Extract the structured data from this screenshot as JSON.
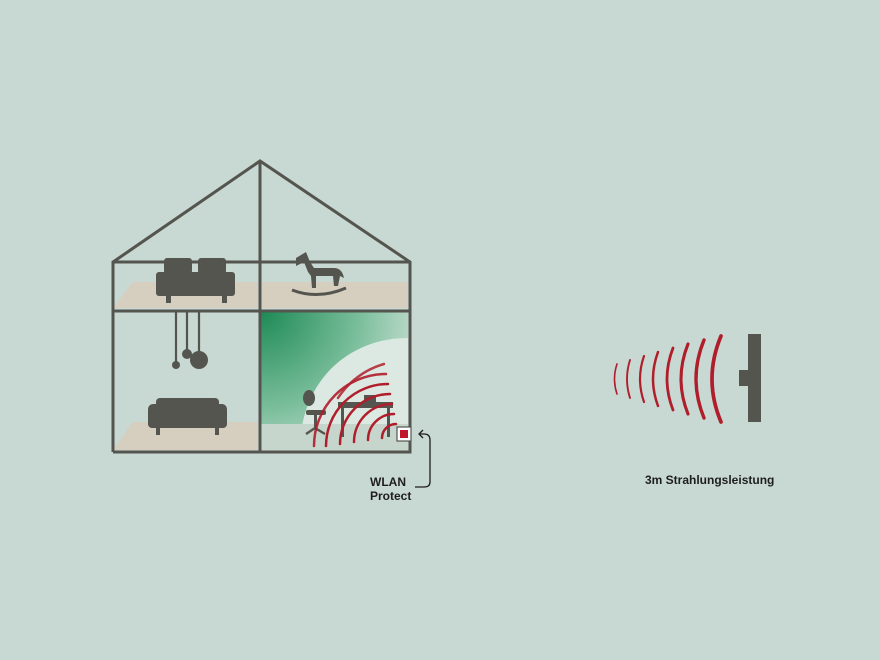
{
  "labels": {
    "device_line1": "WLAN",
    "device_line2": "Protect",
    "range": "3m Strahlungsleistung"
  },
  "rooms": [
    "bedroom",
    "childrens-room",
    "living-room",
    "office"
  ],
  "icons": [
    "bed-icon",
    "rocking-horse-icon",
    "pendant-lamp-icon",
    "sofa-icon",
    "chair-icon",
    "desk-icon",
    "wlan-protect-device-icon",
    "wall-router-icon"
  ],
  "colors": {
    "background": "#c8d8d2",
    "house_outline": "#555550",
    "floor": "#d6cebf",
    "furniture": "#55554f",
    "wave": "#b01e2b",
    "shield_green": "#1e8a55"
  }
}
